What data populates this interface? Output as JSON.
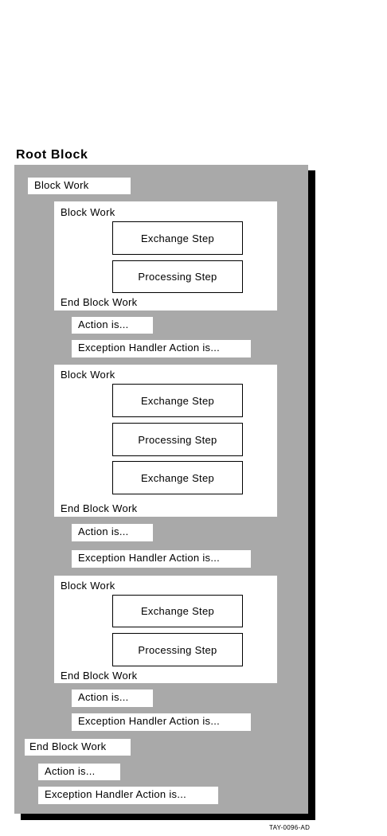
{
  "root": {
    "title": "Root Block",
    "block_work_label": "Block Work",
    "end_block_work_label": "End Block Work",
    "action_label": "Action is...",
    "exception_label": "Exception Handler Action is..."
  },
  "blocks": [
    {
      "start_label": "Block Work",
      "steps": [
        "Exchange Step",
        "Processing Step"
      ],
      "end_label": "End Block Work",
      "action_label": "Action is...",
      "exception_label": "Exception Handler Action is..."
    },
    {
      "start_label": "Block Work",
      "steps": [
        "Exchange Step",
        "Processing Step",
        "Exchange Step"
      ],
      "end_label": "End Block Work",
      "action_label": "Action is...",
      "exception_label": "Exception Handler Action is..."
    },
    {
      "start_label": "Block Work",
      "steps": [
        "Exchange Step",
        "Processing Step"
      ],
      "end_label": "End Block Work",
      "action_label": "Action is...",
      "exception_label": "Exception Handler Action is..."
    }
  ],
  "figure_id": "TAY-0096-AD"
}
